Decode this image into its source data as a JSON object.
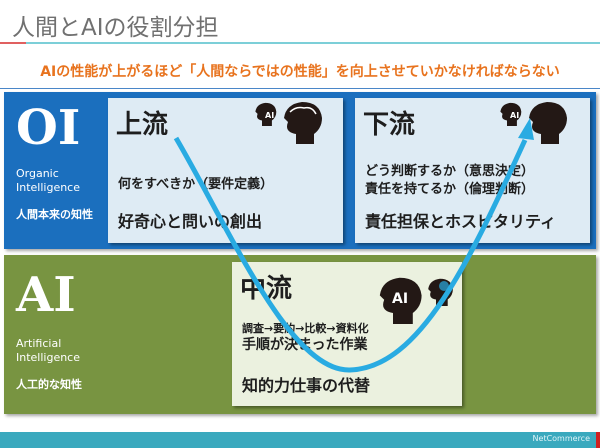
{
  "header": {
    "title": "人間とAIの役割分担",
    "subtitle": "AIの性能が上がるほど「人間ならではの性能」を向上させていかなければならない"
  },
  "oi": {
    "abbr": "OI",
    "name_line1": "Organic",
    "name_line2": "Intelligence",
    "desc": "人間本来の知性",
    "upstream": {
      "heading": "上流",
      "line1": "何をすべきか（要件定義）",
      "line2": "好奇心と問いの創出"
    },
    "downstream": {
      "heading": "下流",
      "line1": "どう判断するか（意思決定）",
      "line2": "責任を持てるか（倫理判断）",
      "line3": "責任担保とホスピタリティ"
    }
  },
  "ai": {
    "abbr": "AI",
    "name_line1": "Artificial",
    "name_line2": "Intelligence",
    "desc": "人工的な知性",
    "midstream": {
      "heading": "中流",
      "line1": "調査→要約→比較→資料化",
      "line2": "手順が決まった作業",
      "line3": "知的力仕事の代替"
    }
  },
  "icons": {
    "head_label": "AI"
  },
  "footer": {
    "logo": "NetCommerce"
  },
  "colors": {
    "oi_panel": "#1b6fbe",
    "ai_panel": "#789441",
    "accent": "#e8731e",
    "curve": "#29abe2",
    "footer": "#3aa9be"
  }
}
